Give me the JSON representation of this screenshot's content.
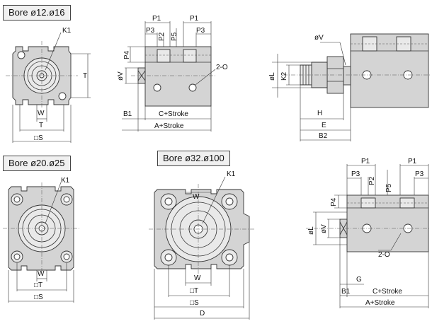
{
  "section_titles": {
    "bore_small": "Bore ø12.ø16",
    "bore_medium": "Bore ø20.ø25",
    "bore_large": "Bore ø32.ø100"
  },
  "dims": {
    "K1": "K1",
    "K2": "K2",
    "T": "T",
    "W": "W",
    "sq_S": "□S",
    "sq_T": "□T",
    "S": "S",
    "D": "D",
    "P1": "P1",
    "P2": "P2",
    "P3": "P3",
    "P4": "P4",
    "P5": "P5",
    "phiV": "øV",
    "phiL": "øL",
    "two_O": "2-O",
    "B1": "B1",
    "B2": "B2",
    "C_stroke": "C+Stroke",
    "A_stroke": "A+Stroke",
    "H": "H",
    "E": "E",
    "G": "G"
  }
}
